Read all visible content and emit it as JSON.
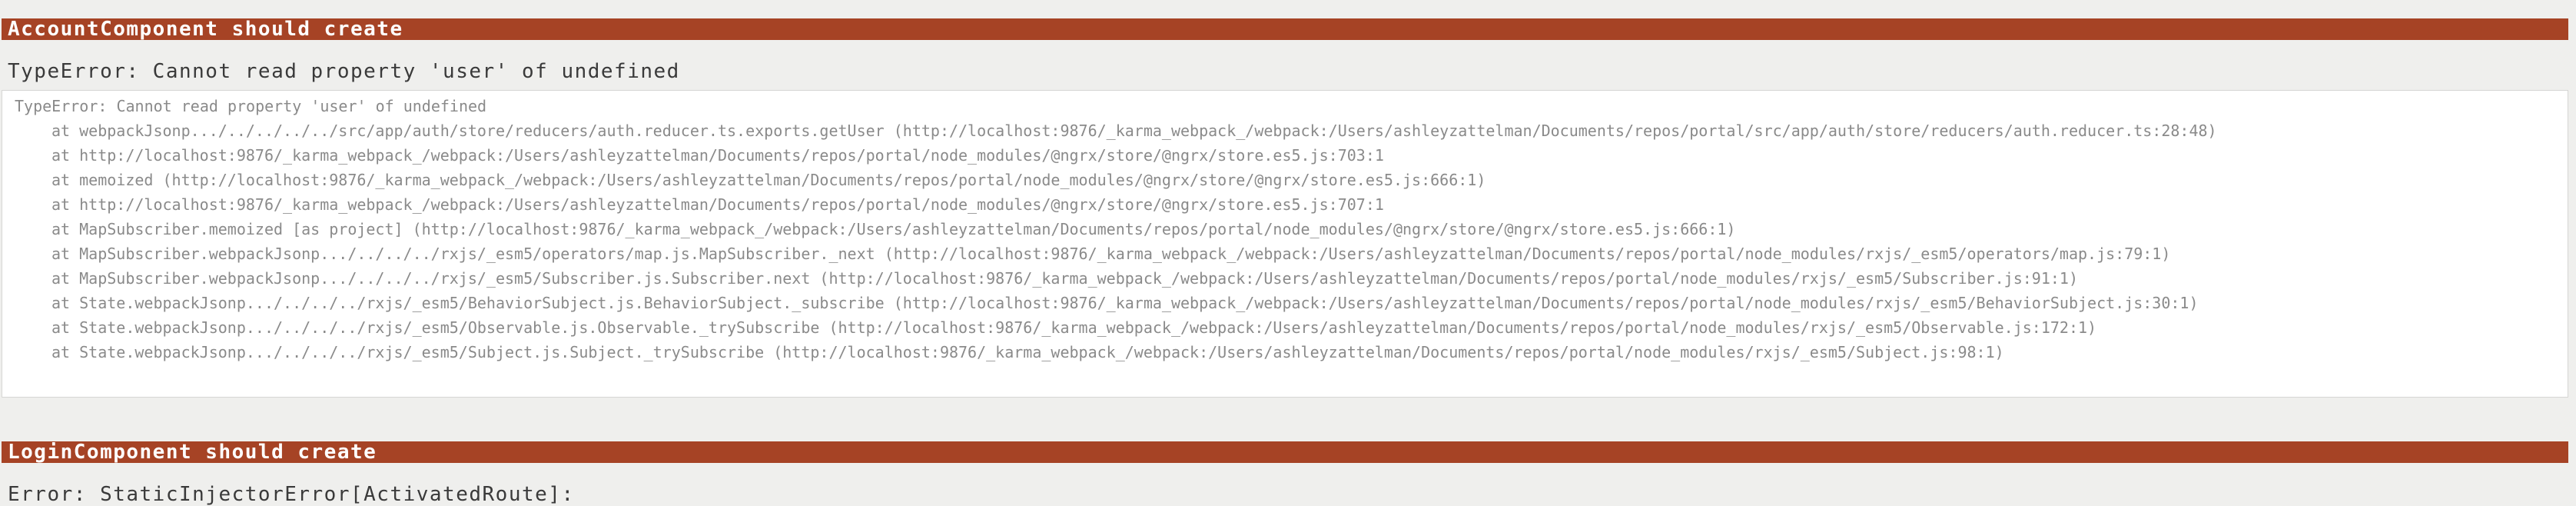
{
  "page": {
    "background_color": "#efefed"
  },
  "theme": {
    "suite_bar_color": "#a64325",
    "suite_bar_text_color": "#ffffff",
    "heading_text_color": "#3a3a3a",
    "stack_text_color": "#8a8a8a",
    "stack_box_background": "#ffffff",
    "stack_box_border_color": "#d6d6d4"
  },
  "suites": [
    {
      "title": "AccountComponent should create",
      "error_heading": "TypeError: Cannot read property 'user' of undefined",
      "stack": {
        "message": "TypeError: Cannot read property 'user' of undefined",
        "frames": [
          "at webpackJsonp.../../../../../src/app/auth/store/reducers/auth.reducer.ts.exports.getUser (http://localhost:9876/_karma_webpack_/webpack:/Users/ashleyzattelman/Documents/repos/portal/src/app/auth/store/reducers/auth.reducer.ts:28:48)",
          "at http://localhost:9876/_karma_webpack_/webpack:/Users/ashleyzattelman/Documents/repos/portal/node_modules/@ngrx/store/@ngrx/store.es5.js:703:1",
          "at memoized (http://localhost:9876/_karma_webpack_/webpack:/Users/ashleyzattelman/Documents/repos/portal/node_modules/@ngrx/store/@ngrx/store.es5.js:666:1)",
          "at http://localhost:9876/_karma_webpack_/webpack:/Users/ashleyzattelman/Documents/repos/portal/node_modules/@ngrx/store/@ngrx/store.es5.js:707:1",
          "at MapSubscriber.memoized [as project] (http://localhost:9876/_karma_webpack_/webpack:/Users/ashleyzattelman/Documents/repos/portal/node_modules/@ngrx/store/@ngrx/store.es5.js:666:1)",
          "at MapSubscriber.webpackJsonp.../../../../rxjs/_esm5/operators/map.js.MapSubscriber._next (http://localhost:9876/_karma_webpack_/webpack:/Users/ashleyzattelman/Documents/repos/portal/node_modules/rxjs/_esm5/operators/map.js:79:1)",
          "at MapSubscriber.webpackJsonp.../../../../rxjs/_esm5/Subscriber.js.Subscriber.next (http://localhost:9876/_karma_webpack_/webpack:/Users/ashleyzattelman/Documents/repos/portal/node_modules/rxjs/_esm5/Subscriber.js:91:1)",
          "at State.webpackJsonp.../../../../rxjs/_esm5/BehaviorSubject.js.BehaviorSubject._subscribe (http://localhost:9876/_karma_webpack_/webpack:/Users/ashleyzattelman/Documents/repos/portal/node_modules/rxjs/_esm5/BehaviorSubject.js:30:1)",
          "at State.webpackJsonp.../../../../rxjs/_esm5/Observable.js.Observable._trySubscribe (http://localhost:9876/_karma_webpack_/webpack:/Users/ashleyzattelman/Documents/repos/portal/node_modules/rxjs/_esm5/Observable.js:172:1)",
          "at State.webpackJsonp.../../../../rxjs/_esm5/Subject.js.Subject._trySubscribe (http://localhost:9876/_karma_webpack_/webpack:/Users/ashleyzattelman/Documents/repos/portal/node_modules/rxjs/_esm5/Subject.js:98:1)"
        ]
      }
    },
    {
      "title": "LoginComponent should create",
      "error_heading": "Error: StaticInjectorError[ActivatedRoute]:"
    }
  ]
}
